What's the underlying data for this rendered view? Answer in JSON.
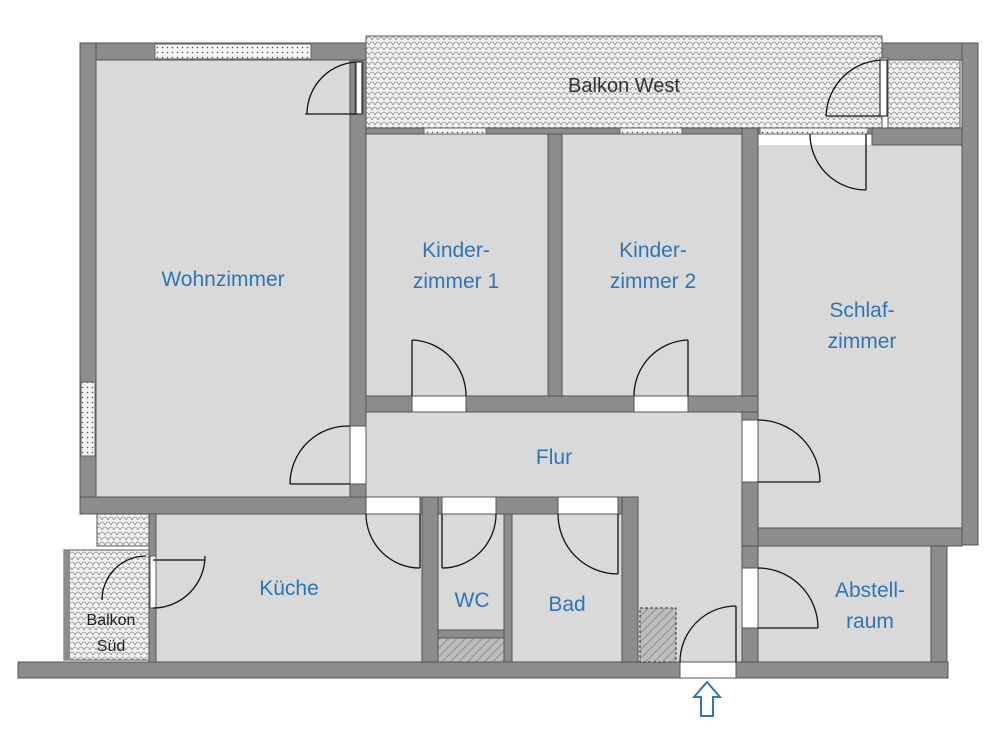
{
  "rooms": {
    "balkon_west": "Balkon West",
    "wohnzimmer": "Wohnzimmer",
    "kinderzimmer1_line1": "Kinder-",
    "kinderzimmer1_line2": "zimmer 1",
    "kinderzimmer2_line1": "Kinder-",
    "kinderzimmer2_line2": "zimmer 2",
    "schlafzimmer_line1": "Schlaf-",
    "schlafzimmer_line2": "zimmer",
    "flur": "Flur",
    "kueche": "Küche",
    "wc": "WC",
    "bad": "Bad",
    "abstellraum_line1": "Abstell-",
    "abstellraum_line2": "raum",
    "balkon_sued_line1": "Balkon",
    "balkon_sued_line2": "Süd"
  },
  "colors": {
    "room_label": "#2e75b6",
    "wall": "#8c8c8c",
    "floor": "#d9d9d9"
  },
  "icons": {
    "entrance": "up-arrow-icon"
  }
}
